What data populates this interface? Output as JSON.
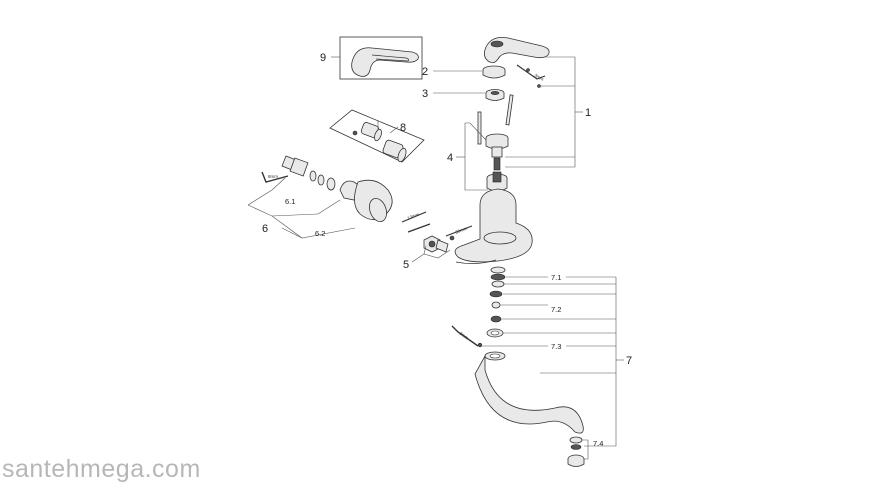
{
  "labels": {
    "p1": "1",
    "p2": "2",
    "p3": "3",
    "p4": "4",
    "p5": "5",
    "p6": "6",
    "p6_1": "6.1",
    "p6_2": "6.2",
    "p7": "7",
    "p7_1": "7.1",
    "p7_2": "7.2",
    "p7_3": "7.3",
    "p7_4": "7.4",
    "p8": "8",
    "p9": "9"
  },
  "tool_sizes": {
    "hex_lever": "3mm",
    "hex_spout": "3mm",
    "hex_wall": "8mm",
    "hex_12": "12mm",
    "hex_30": "30mm"
  },
  "watermark": "santehmega.com"
}
